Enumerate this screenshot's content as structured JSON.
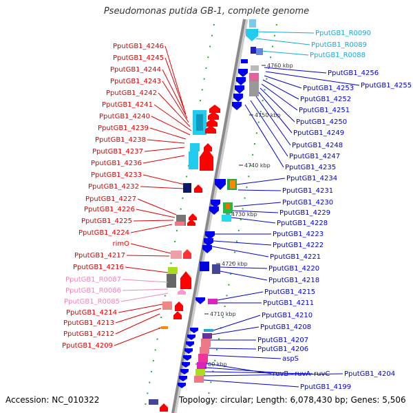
{
  "title": "Pseudomonas putida GB-1, complete genome",
  "accession": "Accession: NC_010322",
  "summary": "Topology: circular; Length: 6,078,430 bp; Genes: 5,506",
  "colors": {
    "left_label": "#dd0000",
    "right_label": "#0000cc",
    "rna_right_label": "#11aadd",
    "rna_left_label": "#ee88bb",
    "backbone": "#888888",
    "tick": "#229922",
    "gene_red": "#ff0000",
    "gene_blue": "#0000ee",
    "gene_cyan": "#22ccee"
  },
  "ticks": [
    {
      "label": "4760 kbp"
    },
    {
      "label": "4750 kbp"
    },
    {
      "label": "4740 kbp"
    },
    {
      "label": "4730 kbp"
    },
    {
      "label": "4720 kbp"
    },
    {
      "label": "4710 kbp"
    },
    {
      "label": "4700 kbp"
    }
  ],
  "left_labels": [
    {
      "text": "PputGB1_4246",
      "kind": "gene"
    },
    {
      "text": "PputGB1_4245",
      "kind": "gene"
    },
    {
      "text": "PputGB1_4244",
      "kind": "gene"
    },
    {
      "text": "PputGB1_4243",
      "kind": "gene"
    },
    {
      "text": "PputGB1_4242",
      "kind": "gene"
    },
    {
      "text": "PputGB1_4241",
      "kind": "gene"
    },
    {
      "text": "PputGB1_4240",
      "kind": "gene"
    },
    {
      "text": "PputGB1_4239",
      "kind": "gene"
    },
    {
      "text": "PputGB1_4238",
      "kind": "gene"
    },
    {
      "text": "PputGB1_4237",
      "kind": "gene"
    },
    {
      "text": "PputGB1_4236",
      "kind": "gene"
    },
    {
      "text": "PputGB1_4233",
      "kind": "gene"
    },
    {
      "text": "PputGB1_4232",
      "kind": "gene"
    },
    {
      "text": "PputGB1_4227",
      "kind": "gene"
    },
    {
      "text": "PputGB1_4226",
      "kind": "gene"
    },
    {
      "text": "PputGB1_4225",
      "kind": "gene"
    },
    {
      "text": "PputGB1_4224",
      "kind": "gene"
    },
    {
      "text": "rimO",
      "kind": "gene"
    },
    {
      "text": "PputGB1_4217",
      "kind": "gene"
    },
    {
      "text": "PputGB1_4216",
      "kind": "gene"
    },
    {
      "text": "PputGB1_R0087",
      "kind": "rna"
    },
    {
      "text": "PputGB1_R0086",
      "kind": "rna"
    },
    {
      "text": "PputGB1_R0085",
      "kind": "rna"
    },
    {
      "text": "PputGB1_4214",
      "kind": "gene"
    },
    {
      "text": "PputGB1_4213",
      "kind": "gene"
    },
    {
      "text": "PputGB1_4212",
      "kind": "gene"
    },
    {
      "text": "PputGB1_4209",
      "kind": "gene"
    }
  ],
  "right_labels": [
    {
      "text": "PputGB1_R0090",
      "kind": "rna"
    },
    {
      "text": "PputGB1_R0089",
      "kind": "rna"
    },
    {
      "text": "PputGB1_R0088",
      "kind": "rna"
    },
    {
      "text": "PputGB1_4256",
      "kind": "gene"
    },
    {
      "text": "PputGB1_4255",
      "kind": "gene"
    },
    {
      "text": "PputGB1_4253",
      "kind": "gene"
    },
    {
      "text": "PputGB1_4252",
      "kind": "gene"
    },
    {
      "text": "PputGB1_4251",
      "kind": "gene"
    },
    {
      "text": "PputGB1_4250",
      "kind": "gene"
    },
    {
      "text": "PputGB1_4249",
      "kind": "gene"
    },
    {
      "text": "PputGB1_4248",
      "kind": "gene"
    },
    {
      "text": "PputGB1_4247",
      "kind": "gene"
    },
    {
      "text": "PputGB1_4235",
      "kind": "gene"
    },
    {
      "text": "PputGB1_4234",
      "kind": "gene"
    },
    {
      "text": "PputGB1_4231",
      "kind": "gene"
    },
    {
      "text": "PputGB1_4230",
      "kind": "gene"
    },
    {
      "text": "PputGB1_4229",
      "kind": "gene"
    },
    {
      "text": "PputGB1_4228",
      "kind": "gene"
    },
    {
      "text": "PputGB1_4223",
      "kind": "gene"
    },
    {
      "text": "PputGB1_4222",
      "kind": "gene"
    },
    {
      "text": "PputGB1_4221",
      "kind": "gene"
    },
    {
      "text": "PputGB1_4220",
      "kind": "gene"
    },
    {
      "text": "PputGB1_4218",
      "kind": "gene"
    },
    {
      "text": "PputGB1_4215",
      "kind": "gene"
    },
    {
      "text": "PputGB1_4211",
      "kind": "gene"
    },
    {
      "text": "PputGB1_4210",
      "kind": "gene"
    },
    {
      "text": "PputGB1_4208",
      "kind": "gene"
    },
    {
      "text": "PputGB1_4207",
      "kind": "gene"
    },
    {
      "text": "PputGB1_4206",
      "kind": "gene"
    },
    {
      "text": "aspS",
      "kind": "gene"
    },
    {
      "text": "ruvB",
      "kind": "gene"
    },
    {
      "text": "ruvA",
      "kind": "gene"
    },
    {
      "text": "ruvC",
      "kind": "gene"
    },
    {
      "text": "PputGB1_4204",
      "kind": "gene"
    },
    {
      "text": "PputGB1_4199",
      "kind": "gene"
    }
  ]
}
